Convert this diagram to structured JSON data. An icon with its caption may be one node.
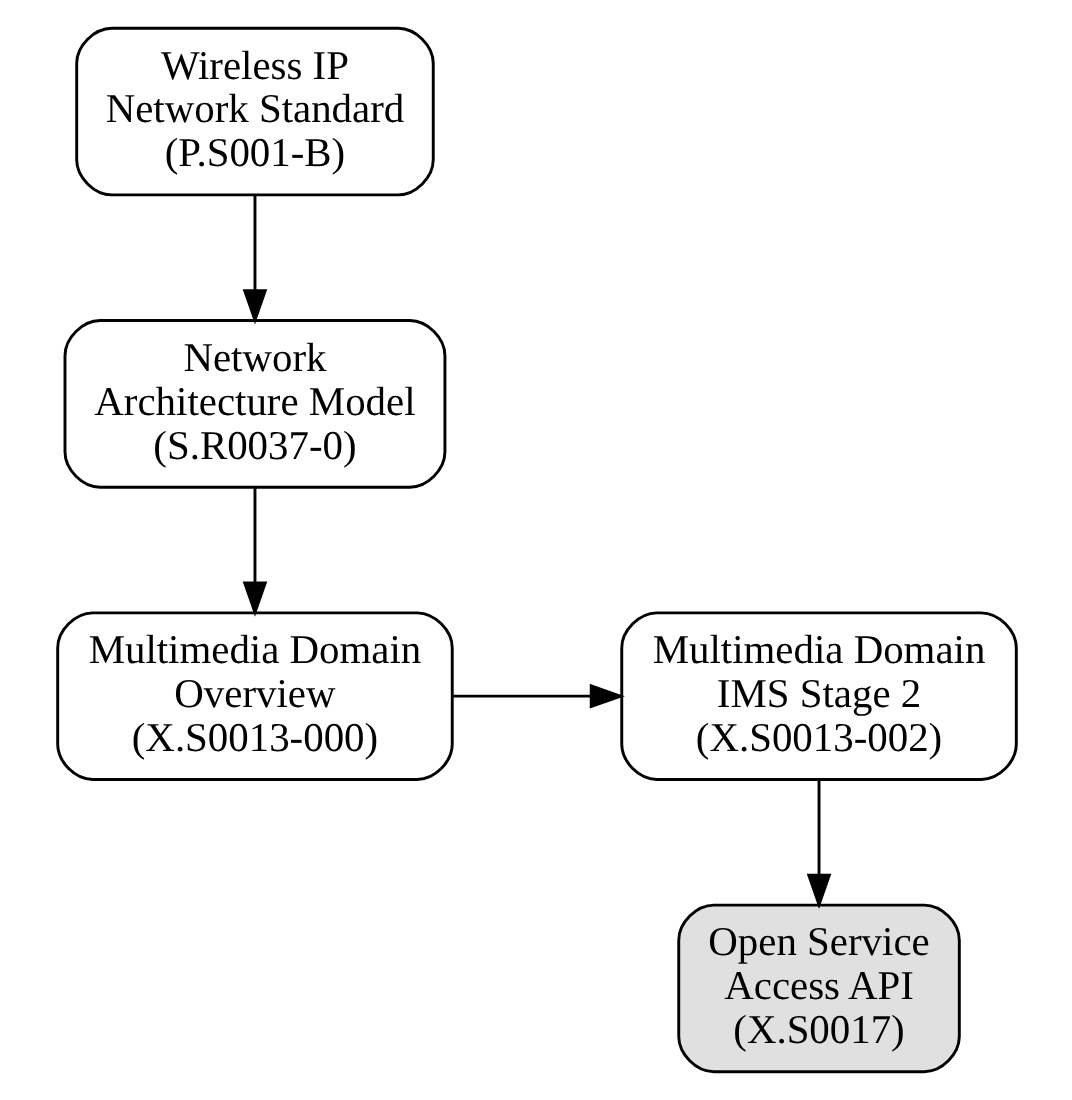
{
  "diagram": {
    "nodes": [
      {
        "text": [
          "Wireless IP Network Standard",
          "(P.S001-B)"
        ]
      },
      {
        "text": [
          "Network Architecture Model",
          "(S.R0037-0)"
        ]
      },
      {
        "text": [
          "Multimedia Domain Overview",
          "(X.S0013-000)"
        ]
      },
      {
        "text": [
          "Multimedia Domain IMS Stage 2",
          "(X.S0013-002)"
        ]
      },
      {
        "text": [
          "Open Service Access API",
          "(X.S0017)"
        ]
      }
    ],
    "edges": [
      {
        "from": 0,
        "to": 1,
        "arrow": "to"
      },
      {
        "from": 1,
        "to": 2,
        "arrow": "to"
      },
      {
        "from": 2,
        "to": 3,
        "arrow": "to"
      },
      {
        "from": 3,
        "to": 4,
        "arrow": "to"
      }
    ]
  }
}
